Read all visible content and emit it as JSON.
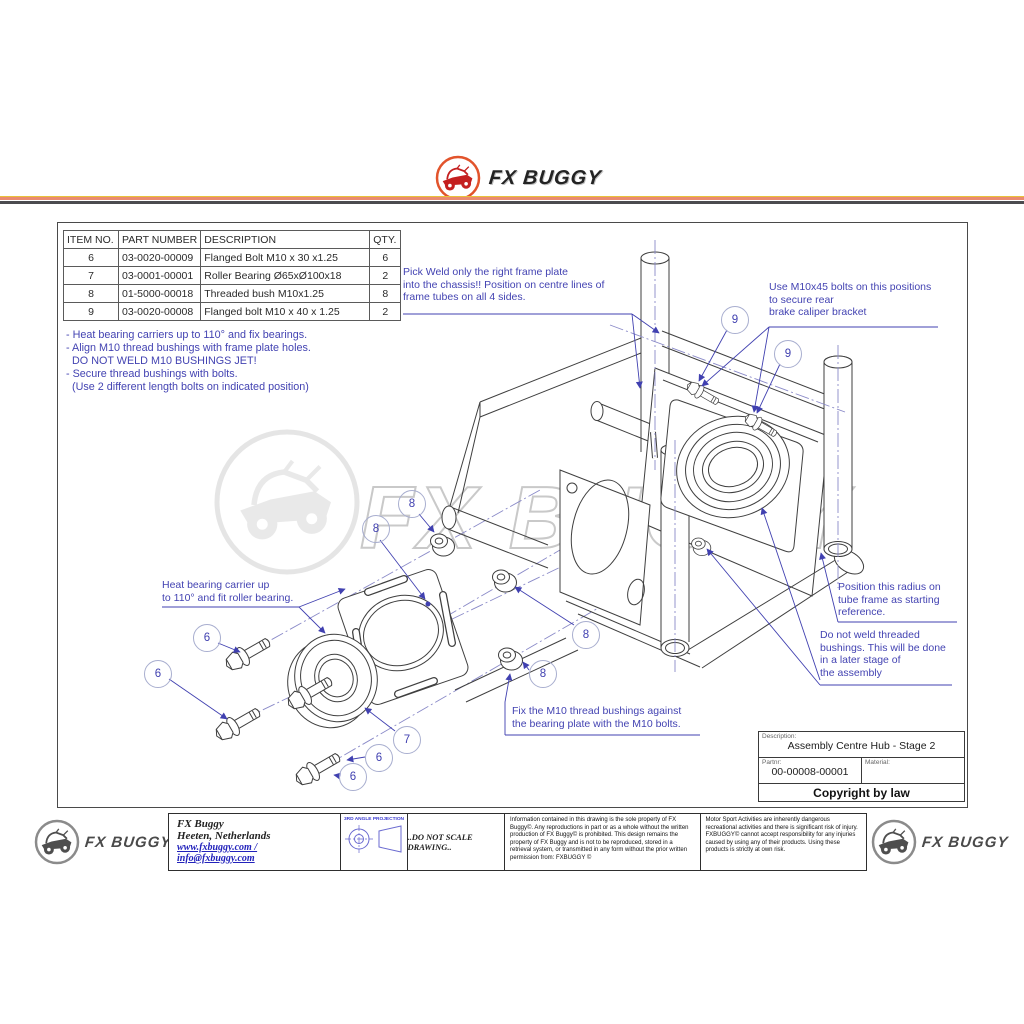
{
  "header": {
    "brand": "FX BUGGY"
  },
  "watermark": {
    "text": "FX BUGGY"
  },
  "parts_table": {
    "headers": [
      "ITEM NO.",
      "PART NUMBER",
      "DESCRIPTION",
      "QTY."
    ],
    "rows": [
      [
        "6",
        "03-0020-00009",
        "Flanged Bolt M10 x 30 x1.25",
        "6"
      ],
      [
        "7",
        "03-0001-00001",
        "Roller Bearing Ø65xØ100x18",
        "2"
      ],
      [
        "8",
        "01-5000-00018",
        "Threaded bush M10x1.25",
        "8"
      ],
      [
        "9",
        "03-0020-00008",
        "Flanged bolt M10 x 40 x 1.25",
        "2"
      ]
    ]
  },
  "notes": {
    "text": "- Heat bearing carriers up to 110° and fix bearings.\n- Align M10 thread bushings with frame plate holes.\n  DO NOT WELD M10 BUSHINGS JET!\n- Secure thread bushings with bolts.\n  (Use 2 different length bolts on indicated position)"
  },
  "annotations": {
    "pick_weld": "Pick Weld only the right frame plate\ninto the chassis!! Position on centre lines of\nframe tubes on all 4 sides.",
    "use_bolts": "Use M10x45 bolts on this positions\nto secure rear\nbrake caliper bracket",
    "heat_carrier": "Heat bearing carrier up\nto 110° and fit roller bearing.",
    "position_radius": "Position this radius on\ntube frame as starting\nreference.",
    "do_not_weld": "Do not weld threaded\nbushings. This will be done\nin a later stage of\nthe assembly",
    "fix_bushings": "Fix the M10 thread bushings against\nthe bearing plate with the M10 bolts."
  },
  "balloons": [
    "6",
    "6",
    "7",
    "6",
    "6",
    "8",
    "8",
    "8",
    "8",
    "9",
    "9"
  ],
  "title_block": {
    "description_label": "Description:",
    "description": "Assembly Centre Hub - Stage 2",
    "partnr_label": "Partnr:",
    "partnr": "00-00008-00001",
    "material_label": "Material:",
    "material": "",
    "copyright": "Copyright by law"
  },
  "footer": {
    "brand": "FX BUGGY",
    "company_name": "FX Buggy",
    "company_location": "Heeten, Netherlands",
    "company_web": "www.fxbuggy.com / info@fxbuggy.com",
    "projection_label": "3RD ANGLE PROJECTION",
    "no_scale": "..DO NOT SCALE DRAWING..",
    "legal_property": "Information contained in this drawing is the sole property of FX Buggy©. Any reproductions in part or as a whole without the written production of FX Buggy© is prohibited. This design remains the property of FX Buggy and is not to be reproduced, stored in a retrieval system, or transmitted in any form without the prior written permission from: FXBUGGY ©",
    "legal_risk": "Motor Sport Activities are inherently dangerous recreational activities and there is significant risk of injury. FXBUGGY© cannot accept responsibility for any injuries caused by using any of their products. Using these products is strictly at own risk."
  },
  "colors": {
    "annotation_blue": "#4343b2",
    "accent_red": "#ea8a70",
    "dark_line": "#4b4b4f"
  }
}
